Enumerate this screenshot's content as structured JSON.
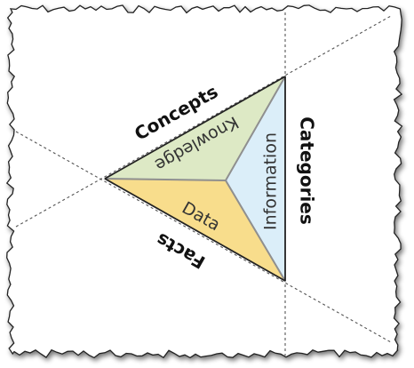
{
  "diagram": {
    "edges": {
      "concepts": "Concepts",
      "categories": "Categories",
      "facts": "Facts"
    },
    "regions": {
      "knowledge": "Knowledge",
      "information": "Information",
      "data": "Data"
    },
    "colors": {
      "paper": "#ffffff",
      "border": "#222222",
      "dashed_line": "#555555",
      "knowledge_fill": "#dde9c5",
      "information_fill": "#dbeef9",
      "data_fill": "#f8dd8c",
      "inner_stroke": "#9a9a9a",
      "outer_stroke": "#222222"
    }
  }
}
